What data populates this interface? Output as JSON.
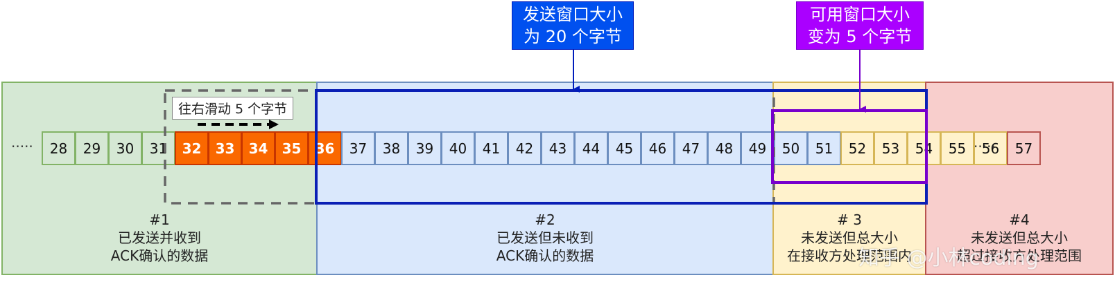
{
  "callouts": {
    "send_window": {
      "line1": "发送窗口大小",
      "line2": "为 20 个字节"
    },
    "usable_window": {
      "line1": "可用窗口大小",
      "line2": "变为 5 个字节"
    }
  },
  "slide_label": "往右滑动 5  个字节",
  "left_ellipsis": "·····",
  "right_ellipsis": "·····",
  "regions": {
    "r1": {
      "num": "#1",
      "line1": "已发送并收到",
      "line2": "ACK确认的数据"
    },
    "r2": {
      "num": "#2",
      "line1": "已发送但未收到",
      "line2": "ACK确认的数据"
    },
    "r3": {
      "num": "# 3",
      "line1": "未发送但总大小",
      "line2": "在接收方处理范围内"
    },
    "r4": {
      "num": "#4",
      "line1": "未发送但总大小",
      "line2": "超过接收方处理范围"
    }
  },
  "cells": {
    "green": [
      "28",
      "29",
      "30",
      "31"
    ],
    "orange": [
      "32",
      "33",
      "34",
      "35",
      "36"
    ],
    "blue": [
      "37",
      "38",
      "39",
      "40",
      "41",
      "42",
      "43",
      "44",
      "45",
      "46",
      "47",
      "48",
      "49",
      "50",
      "51"
    ],
    "yellow": [
      "52",
      "53",
      "54",
      "55",
      "56"
    ],
    "red": [
      "57"
    ]
  },
  "watermark": "知乎 @小林coding",
  "colors": {
    "send_window_callout": "#0050ef",
    "usable_window_callout": "#aa00ff",
    "sent_acked": "#d5e8d4",
    "just_acked": "#fa6800",
    "sent_not_acked": "#dae8fc",
    "usable": "#fff2cc",
    "not_usable": "#f8cecc"
  }
}
